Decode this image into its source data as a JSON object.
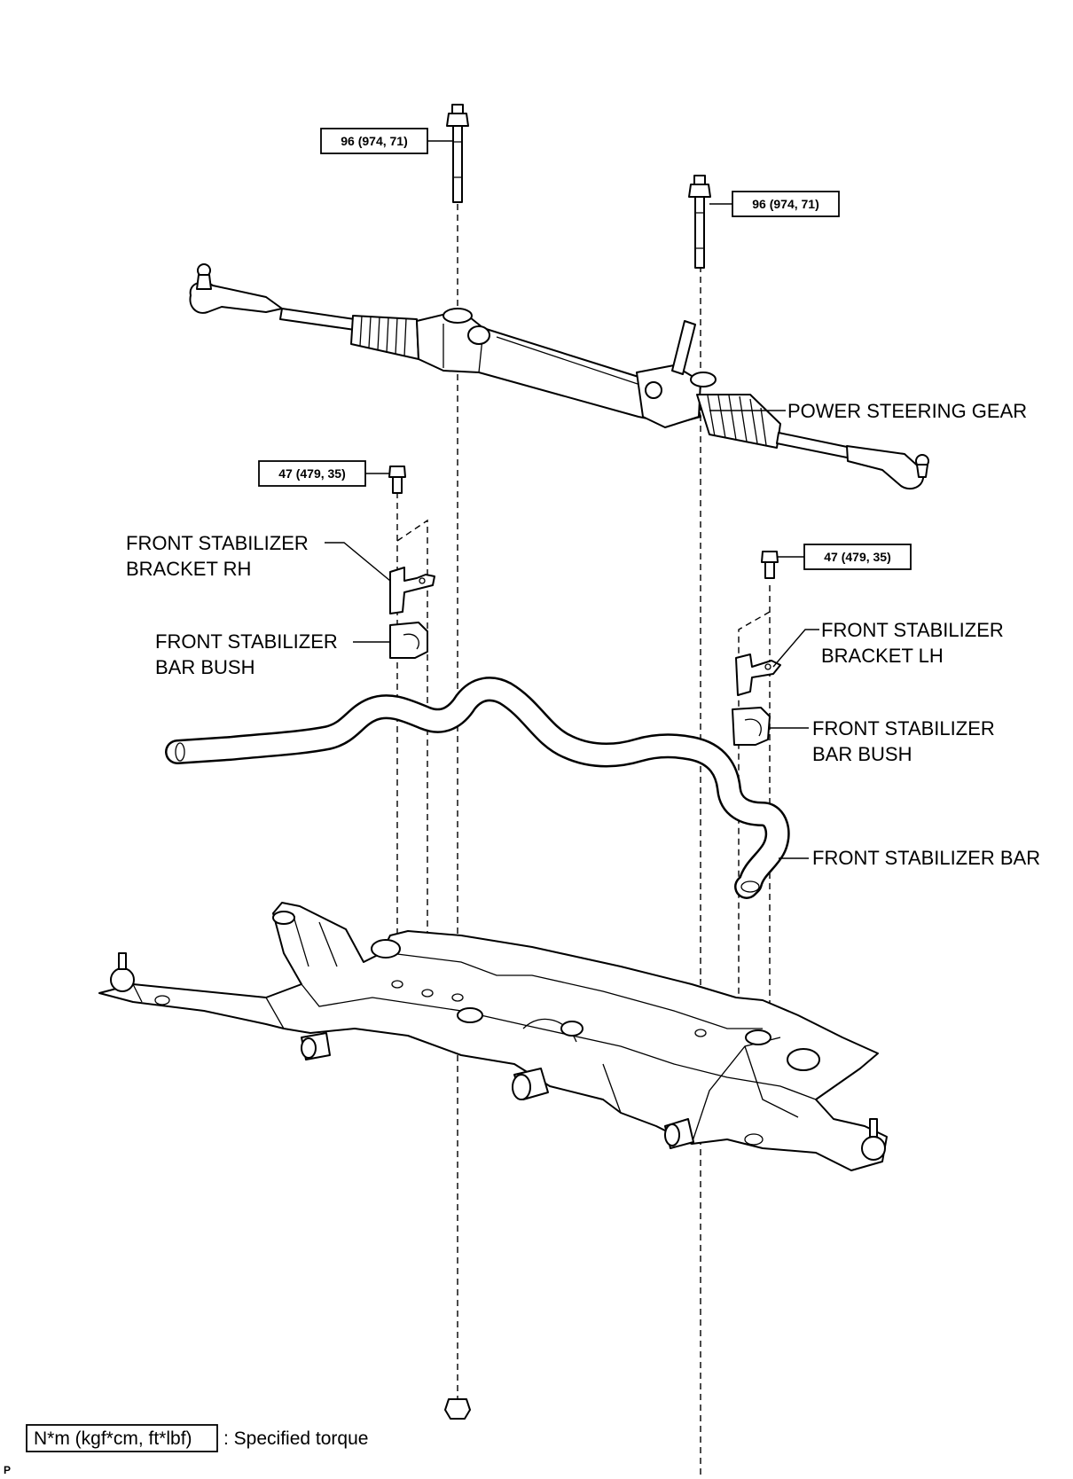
{
  "torque_labels": {
    "gear_bolt_left": "96 (974, 71)",
    "gear_bolt_right": "96 (974, 71)",
    "bracket_bolt_rh": "47 (479, 35)",
    "bracket_bolt_lh": "47 (479, 35)"
  },
  "part_labels": {
    "power_steering_gear": "POWER STEERING GEAR",
    "bracket_rh_line1": "FRONT STABILIZER",
    "bracket_rh_line2": "BRACKET RH",
    "bush_rh_line1": "FRONT STABILIZER",
    "bush_rh_line2": "BAR BUSH",
    "bracket_lh_line1": "FRONT STABILIZER",
    "bracket_lh_line2": "BRACKET LH",
    "bush_lh_line1": "FRONT STABILIZER",
    "bush_lh_line2": "BAR BUSH",
    "stabilizer_bar": "FRONT STABILIZER BAR"
  },
  "legend": {
    "unit": "N*m (kgf*cm, ft*lbf)",
    "description": ": Specified torque"
  },
  "corner_mark": "P"
}
